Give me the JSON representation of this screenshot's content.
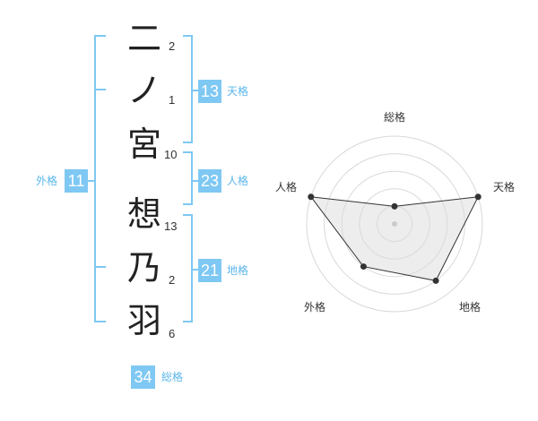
{
  "name": {
    "chars": [
      {
        "char": "二",
        "strokes": "2"
      },
      {
        "char": "ノ",
        "strokes": "1"
      },
      {
        "char": "宮",
        "strokes": "10"
      },
      {
        "char": "想",
        "strokes": "13"
      },
      {
        "char": "乃",
        "strokes": "2"
      },
      {
        "char": "羽",
        "strokes": "6"
      }
    ]
  },
  "fortune": {
    "tenkaku": {
      "value": "13",
      "label": "天格"
    },
    "jinkaku": {
      "value": "23",
      "label": "人格"
    },
    "chikaku": {
      "value": "21",
      "label": "地格"
    },
    "gaikaku": {
      "value": "11",
      "label": "外格"
    },
    "soukaku": {
      "value": "34",
      "label": "総格"
    }
  },
  "colors": {
    "accent": "#7ec8f3",
    "accent_text": "#5bb6ea"
  },
  "chart_data": {
    "type": "radar",
    "axes": [
      "総格",
      "天格",
      "地格",
      "外格",
      "人格"
    ],
    "values": [
      1,
      5,
      4,
      3,
      5
    ],
    "scale_max": 5,
    "rings": 5
  }
}
